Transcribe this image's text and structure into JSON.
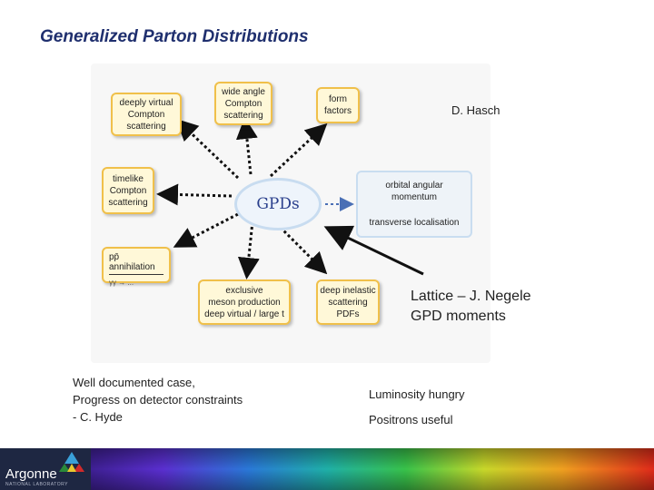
{
  "slide": {
    "title": "Generalized Parton Distributions",
    "author": "D. Hasch"
  },
  "diagram": {
    "center": "GPDs",
    "nodes": {
      "deeply_virtual_compton": "deeply virtual\nCompton\nscattering",
      "wide_angle_compton": "wide angle\nCompton\nscattering",
      "form_factors": "form\nfactors",
      "timelike_compton": "timelike\nCompton\nscattering",
      "pp_annihilation": "pp̄ annihilation",
      "pp_annihilation_sub": "γγ → ...",
      "exclusive_meson": "exclusive\nmeson production\ndeep virtual / large t",
      "deep_inelastic": "deep inelastic\nscattering\nPDFs",
      "orbital_angular": "orbital angular\nmomentum",
      "transverse_localisation": "transverse localisation"
    }
  },
  "annotations": {
    "lattice_line1": "Lattice – J. Negele",
    "lattice_line2": "GPD moments",
    "left_line1": "Well documented case,",
    "left_line2": "Progress on detector constraints",
    "left_line3": "- C. Hyde",
    "right_line1": "Luminosity hungry",
    "right_line2": "Positrons useful"
  },
  "footer": {
    "logo_text": "Argonne",
    "logo_sub": "NATIONAL LABORATORY"
  }
}
